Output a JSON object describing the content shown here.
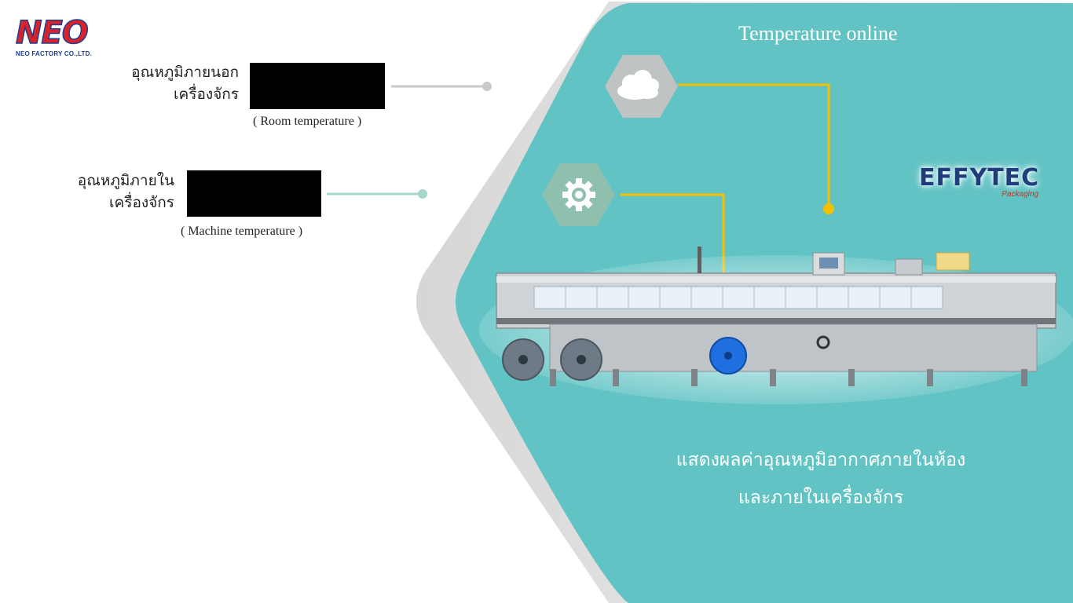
{
  "brand": {
    "neo_logo": "NEO",
    "neo_subtitle": "NEO FACTORY CO.,LTD.",
    "effytec_logo": "EFFYTEC",
    "effytec_subtitle": "Packaging"
  },
  "panel": {
    "title": "Temperature online",
    "caption_line1": "แสดงผลค่าอุณหภูมิอากาศภายในห้อง",
    "caption_line2": "และภายในเครื่องจักร"
  },
  "readings": {
    "room": {
      "label_line1": "อุณหภูมิภายนอก",
      "label_line2": "เครื่องจักร",
      "sublabel": "( Room temperature )",
      "icon": "cloud-icon"
    },
    "machine": {
      "label_line1": "อุณหภูมิภายใน",
      "label_line2": "เครื่องจักร",
      "sublabel": "( Machine temperature )",
      "icon": "gear-icon"
    }
  },
  "colors": {
    "panel_teal": "#62c3c4",
    "hex_grey": "#bfc3c4",
    "hex_green": "#8fbfae",
    "connector_yellow": "#f5c000",
    "neo_red": "#d8232a",
    "neo_blue": "#1c3f8f"
  }
}
